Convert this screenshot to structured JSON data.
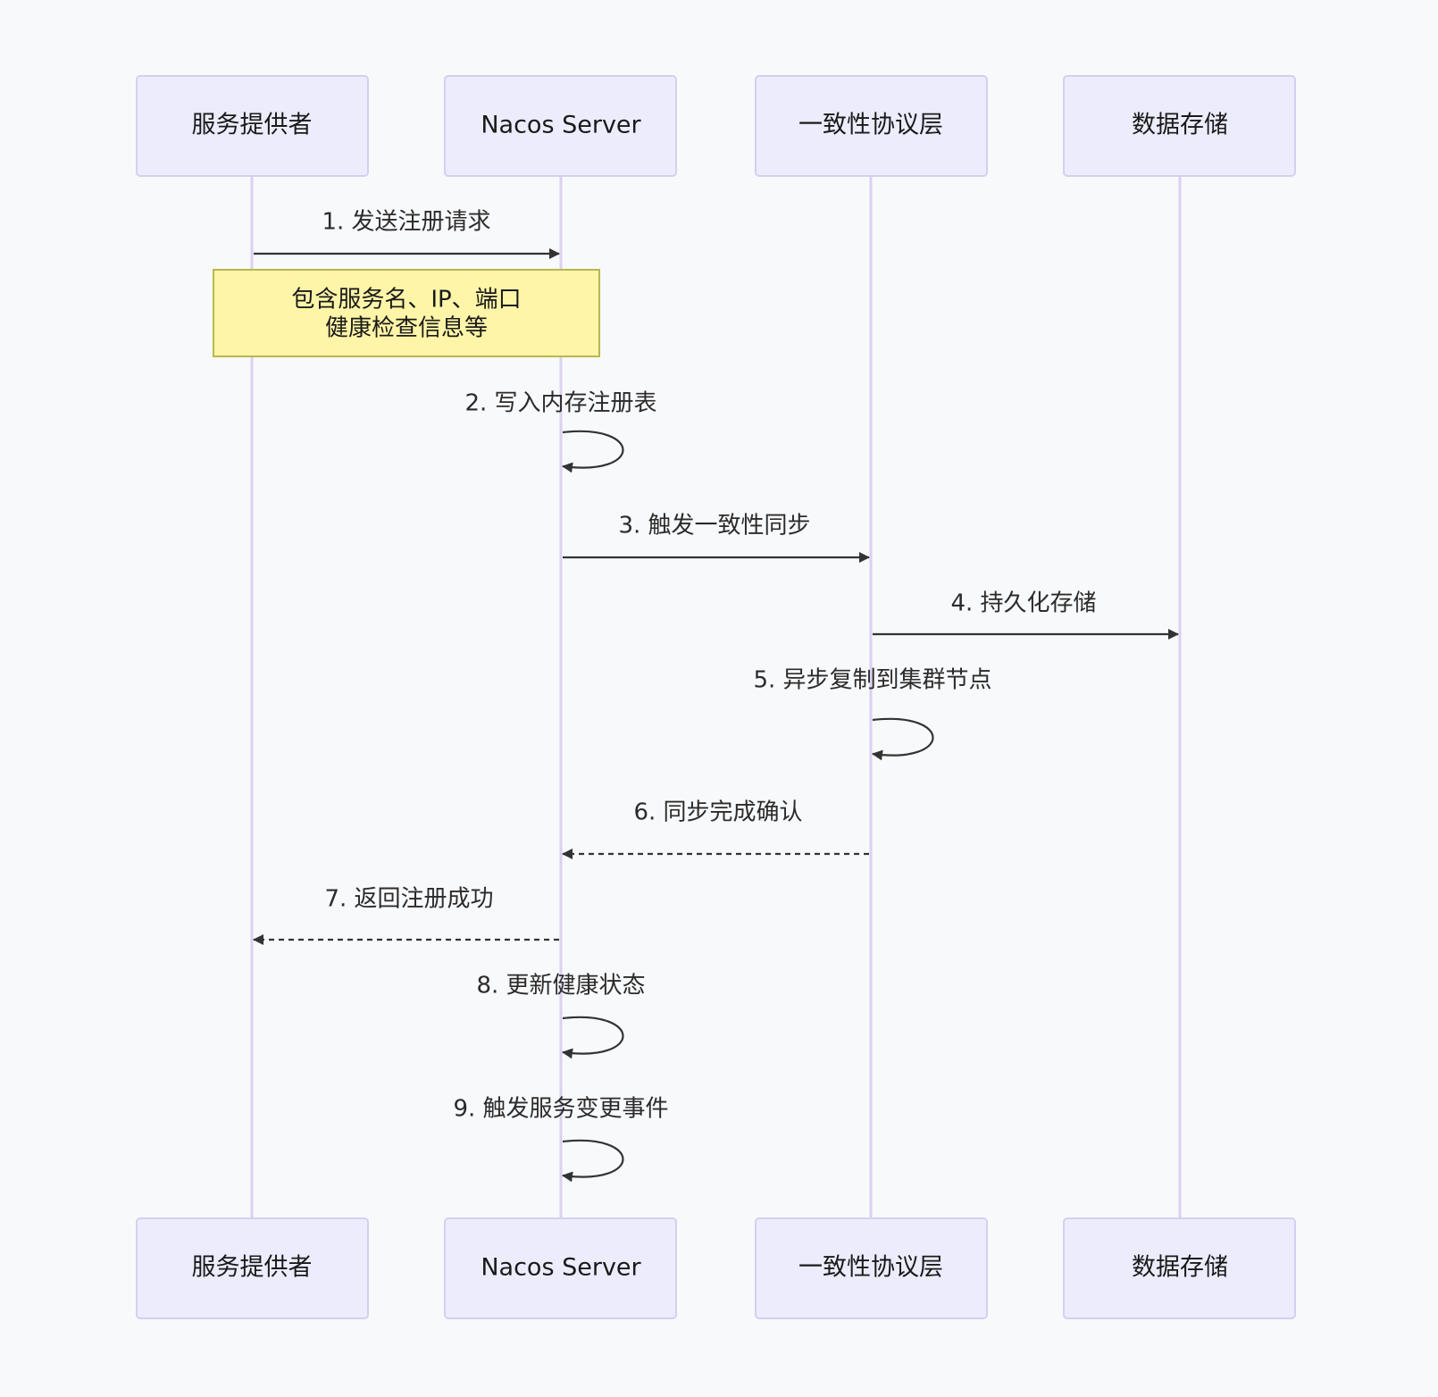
{
  "participants": [
    {
      "id": "provider",
      "label": "服务提供者"
    },
    {
      "id": "nacos",
      "label": "Nacos Server"
    },
    {
      "id": "consistency",
      "label": "一致性协议层"
    },
    {
      "id": "storage",
      "label": "数据存储"
    }
  ],
  "messages": [
    {
      "from": "provider",
      "to": "nacos",
      "label": "1. 发送注册请求",
      "style": "solid"
    },
    {
      "from": "nacos",
      "to": "nacos",
      "label": "2. 写入内存注册表",
      "style": "solid"
    },
    {
      "from": "nacos",
      "to": "consistency",
      "label": "3. 触发一致性同步",
      "style": "solid"
    },
    {
      "from": "consistency",
      "to": "storage",
      "label": "4. 持久化存储",
      "style": "solid"
    },
    {
      "from": "consistency",
      "to": "consistency",
      "label": "5. 异步复制到集群节点",
      "style": "solid"
    },
    {
      "from": "consistency",
      "to": "nacos",
      "label": "6. 同步完成确认",
      "style": "dashed"
    },
    {
      "from": "nacos",
      "to": "provider",
      "label": "7. 返回注册成功",
      "style": "dashed"
    },
    {
      "from": "nacos",
      "to": "nacos",
      "label": "8. 更新健康状态",
      "style": "solid"
    },
    {
      "from": "nacos",
      "to": "nacos",
      "label": "9. 触发服务变更事件",
      "style": "solid"
    }
  ],
  "note": {
    "over": [
      "provider",
      "nacos"
    ],
    "lines": [
      "包含服务名、IP、端口",
      "健康检查信息等"
    ]
  }
}
